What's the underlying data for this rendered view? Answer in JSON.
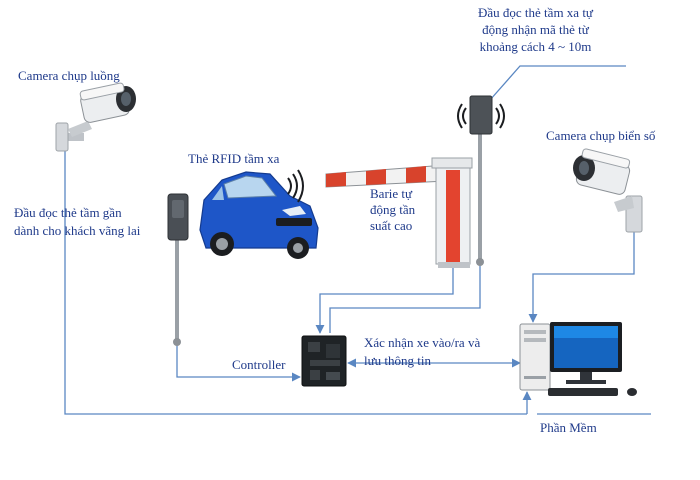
{
  "labels": {
    "camera_lane": "Camera chụp luồng",
    "rfid_reader_long_range": [
      "Đầu đọc thẻ tầm xa tự",
      "động nhận mã thẻ  từ",
      "khoảng cách  4 ~ 10m"
    ],
    "camera_plate": "Camera chụp biển số",
    "rfid_card": "Thẻ RFID tầm xa",
    "barrier": [
      "Barie tự",
      "động tần",
      "suất cao"
    ],
    "short_range_reader": [
      "Đầu đọc thẻ tầm gần",
      "dành cho khách vãng lai"
    ],
    "controller": "Controller",
    "confirm": [
      "Xác nhận xe vào/ra và",
      "lưu thông tin"
    ],
    "software": "Phần Mềm"
  },
  "colors": {
    "label_text": "#1f3a8a",
    "wire": "#5a87c2",
    "car_body": "#1e56c8",
    "barrier_red": "#d8432c",
    "barrier_white": "#f2f2f2",
    "monitor_screen": "#1565c0"
  },
  "icons": [
    "camera-icon",
    "rfid-reader-icon",
    "car-icon",
    "barrier-icon",
    "controller-board-icon",
    "computer-icon",
    "wireless-signal-icon"
  ]
}
